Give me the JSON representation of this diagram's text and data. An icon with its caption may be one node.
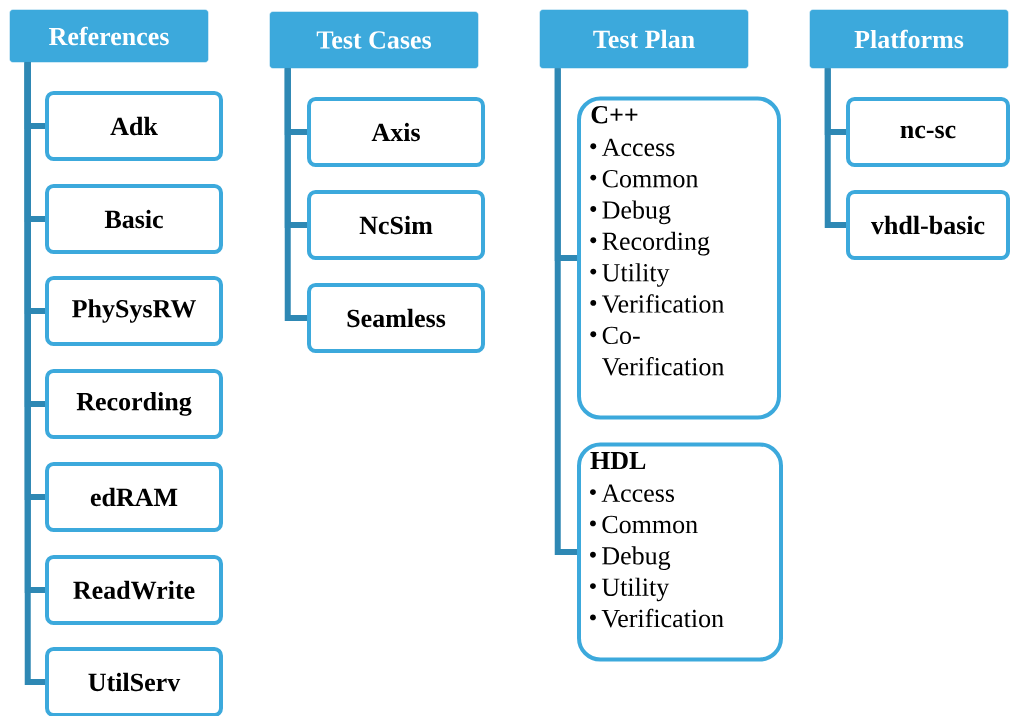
{
  "diagram": {
    "nodes": [
      {
        "text": [
          "References"
        ]
      },
      {
        "text": [
          "Test Cases"
        ]
      },
      {
        "text": [
          "Test Plan"
        ]
      },
      {
        "text": [
          "Platforms"
        ]
      },
      {
        "text": [
          "Adk"
        ]
      },
      {
        "text": [
          "Basic"
        ]
      },
      {
        "text": [
          "PhySysRW"
        ]
      },
      {
        "text": [
          "Recording"
        ]
      },
      {
        "text": [
          "edRAM"
        ]
      },
      {
        "text": [
          "ReadWrite"
        ]
      },
      {
        "text": [
          "UtilServ"
        ]
      },
      {
        "text": [
          "Axis"
        ]
      },
      {
        "text": [
          "NcSim"
        ]
      },
      {
        "text": [
          "Seamless"
        ]
      },
      {
        "text": [
          "C++",
          "Access",
          "Common",
          "Debug",
          "Recording",
          "Utility",
          "Verification",
          "Co-Verification"
        ]
      },
      {
        "text": [
          "HDL",
          "Access",
          "Common",
          "Debug",
          "Utility",
          "Verification"
        ]
      },
      {
        "text": [
          "nc-sc"
        ]
      },
      {
        "text": [
          "vhdl-basic"
        ]
      }
    ],
    "edges": [
      {
        "from": 0,
        "to": 4,
        "arrow": "none"
      },
      {
        "from": 0,
        "to": 5,
        "arrow": "none"
      },
      {
        "from": 0,
        "to": 6,
        "arrow": "none"
      },
      {
        "from": 0,
        "to": 7,
        "arrow": "none"
      },
      {
        "from": 0,
        "to": 8,
        "arrow": "none"
      },
      {
        "from": 0,
        "to": 9,
        "arrow": "none"
      },
      {
        "from": 0,
        "to": 10,
        "arrow": "none"
      },
      {
        "from": 1,
        "to": 11,
        "arrow": "none"
      },
      {
        "from": 1,
        "to": 12,
        "arrow": "none"
      },
      {
        "from": 1,
        "to": 13,
        "arrow": "none"
      },
      {
        "from": 2,
        "to": 14,
        "arrow": "none"
      },
      {
        "from": 2,
        "to": 15,
        "arrow": "none"
      },
      {
        "from": 3,
        "to": 16,
        "arrow": "none"
      },
      {
        "from": 3,
        "to": 17,
        "arrow": "none"
      }
    ]
  }
}
